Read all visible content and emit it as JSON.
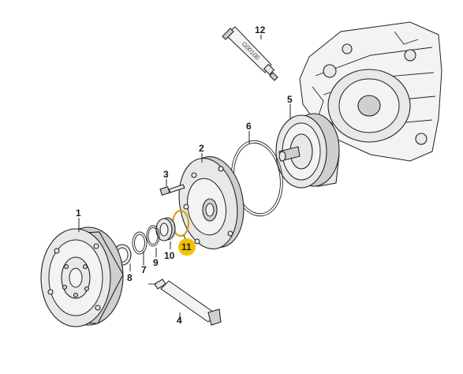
{
  "callouts": {
    "c1": "1",
    "c2": "2",
    "c3": "3",
    "c4": "4",
    "c5": "5",
    "c6": "6",
    "c7": "7",
    "c8": "8",
    "c9": "9",
    "c10": "10",
    "c11": "11",
    "c12": "12"
  },
  "sealant_tube_12_stamp": "G00100",
  "colors": {
    "highlight_ring": "#d4a017",
    "highlight_badge": "#f2c200",
    "linework": "#222222",
    "metal_fill": "#e8e8e8"
  }
}
